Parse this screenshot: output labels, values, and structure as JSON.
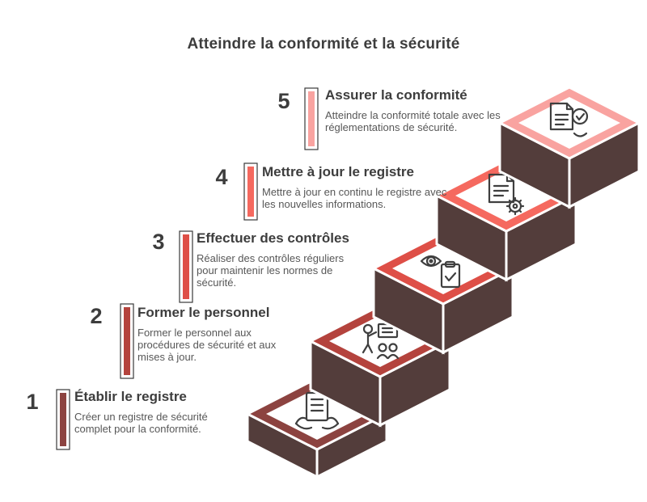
{
  "title": "Atteindre la conformité et la sécurité",
  "steps": [
    {
      "number": "1",
      "title": "Établir le registre",
      "description": "Créer un registre de sécurité complet pour la conformité.",
      "color": "#8C4340",
      "icon": "hands-register-icon"
    },
    {
      "number": "2",
      "title": "Former le personnel",
      "description": "Former le personnel aux procédures de sécurité et aux mises à jour.",
      "color": "#B4433D",
      "icon": "training-presentation-icon"
    },
    {
      "number": "3",
      "title": "Effectuer des contrôles",
      "description": "Réaliser des contrôles réguliers pour maintenir les normes de sécurité.",
      "color": "#DE4F47",
      "icon": "eye-checklist-icon"
    },
    {
      "number": "4",
      "title": "Mettre à jour le registre",
      "description": "Mettre à jour en continu le registre avec les nouvelles informations.",
      "color": "#F5695F",
      "icon": "document-gear-icon"
    },
    {
      "number": "5",
      "title": "Assurer la conformité",
      "description": "Atteindre la conformité totale avec les réglementations de sécurité.",
      "color": "#F9A3A0",
      "icon": "document-check-icon"
    }
  ],
  "colors": {
    "step_face": "#533D3B",
    "text_dark": "#3D3D3D",
    "text_muted": "#575757",
    "outline_white": "#FFFFFF",
    "icon_stroke": "#3F3F3F",
    "background": "#FFFFFF"
  }
}
